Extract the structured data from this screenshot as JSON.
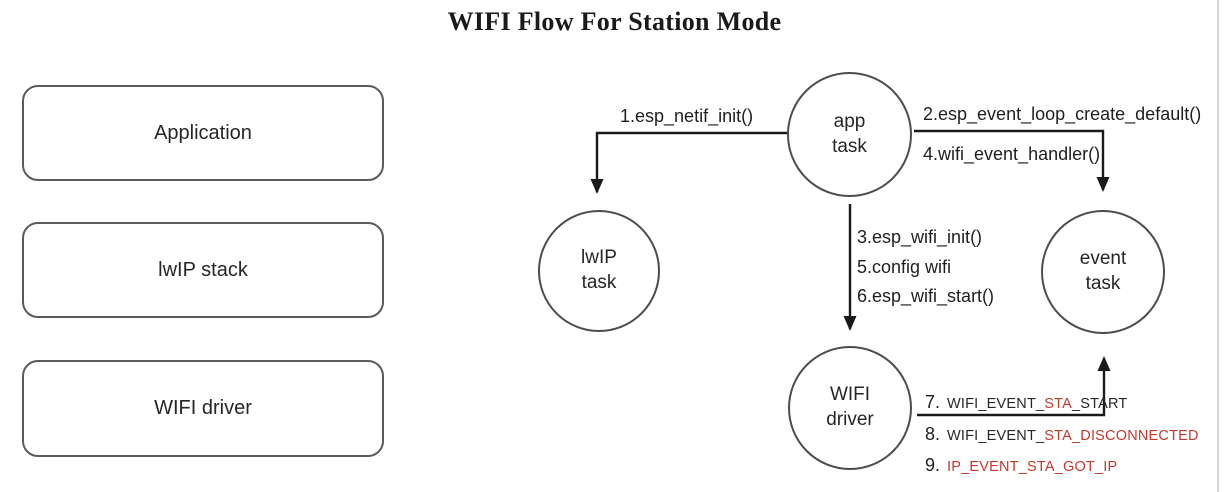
{
  "title": "WIFI Flow For Station Mode",
  "colors": {
    "text_black": "#262626",
    "event_red": "#c43b2b",
    "arrow_black": "#1a1a1a",
    "shape_border_gray": "#4d4d4d",
    "page_edge_gray": "#d9d9d9"
  },
  "layers": [
    {
      "label": "Application"
    },
    {
      "label": "lwIP stack"
    },
    {
      "label": "WIFI driver"
    }
  ],
  "tasks": {
    "app": {
      "line1": "app",
      "line2": "task"
    },
    "lwip": {
      "line1": "lwIP",
      "line2": "task"
    },
    "event": {
      "line1": "event",
      "line2": "task"
    },
    "wifi": {
      "line1": "WIFI",
      "line2": "driver"
    }
  },
  "calls": {
    "step1": "1.esp_netif_init()",
    "step2": "2.esp_event_loop_create_default()",
    "step4": "4.wifi_event_handler()",
    "step3": "3.esp_wifi_init()",
    "step5": "5.config wifi",
    "step6": "6.esp_wifi_start()"
  },
  "events": [
    {
      "num": "7.",
      "segments": [
        {
          "text": "WIFI_EVENT_",
          "color": "#262626"
        },
        {
          "text": "STA",
          "color": "#c43b2b"
        },
        {
          "text": "_START",
          "color": "#262626"
        }
      ]
    },
    {
      "num": "8.",
      "segments": [
        {
          "text": "WIFI_EVENT_",
          "color": "#262626"
        },
        {
          "text": "STA_DISCONNECTED",
          "color": "#c43b2b"
        }
      ]
    },
    {
      "num": "9.",
      "segments": [
        {
          "text": "IP_EVENT_STA_GOT_IP",
          "color": "#c43b2b"
        }
      ]
    }
  ]
}
